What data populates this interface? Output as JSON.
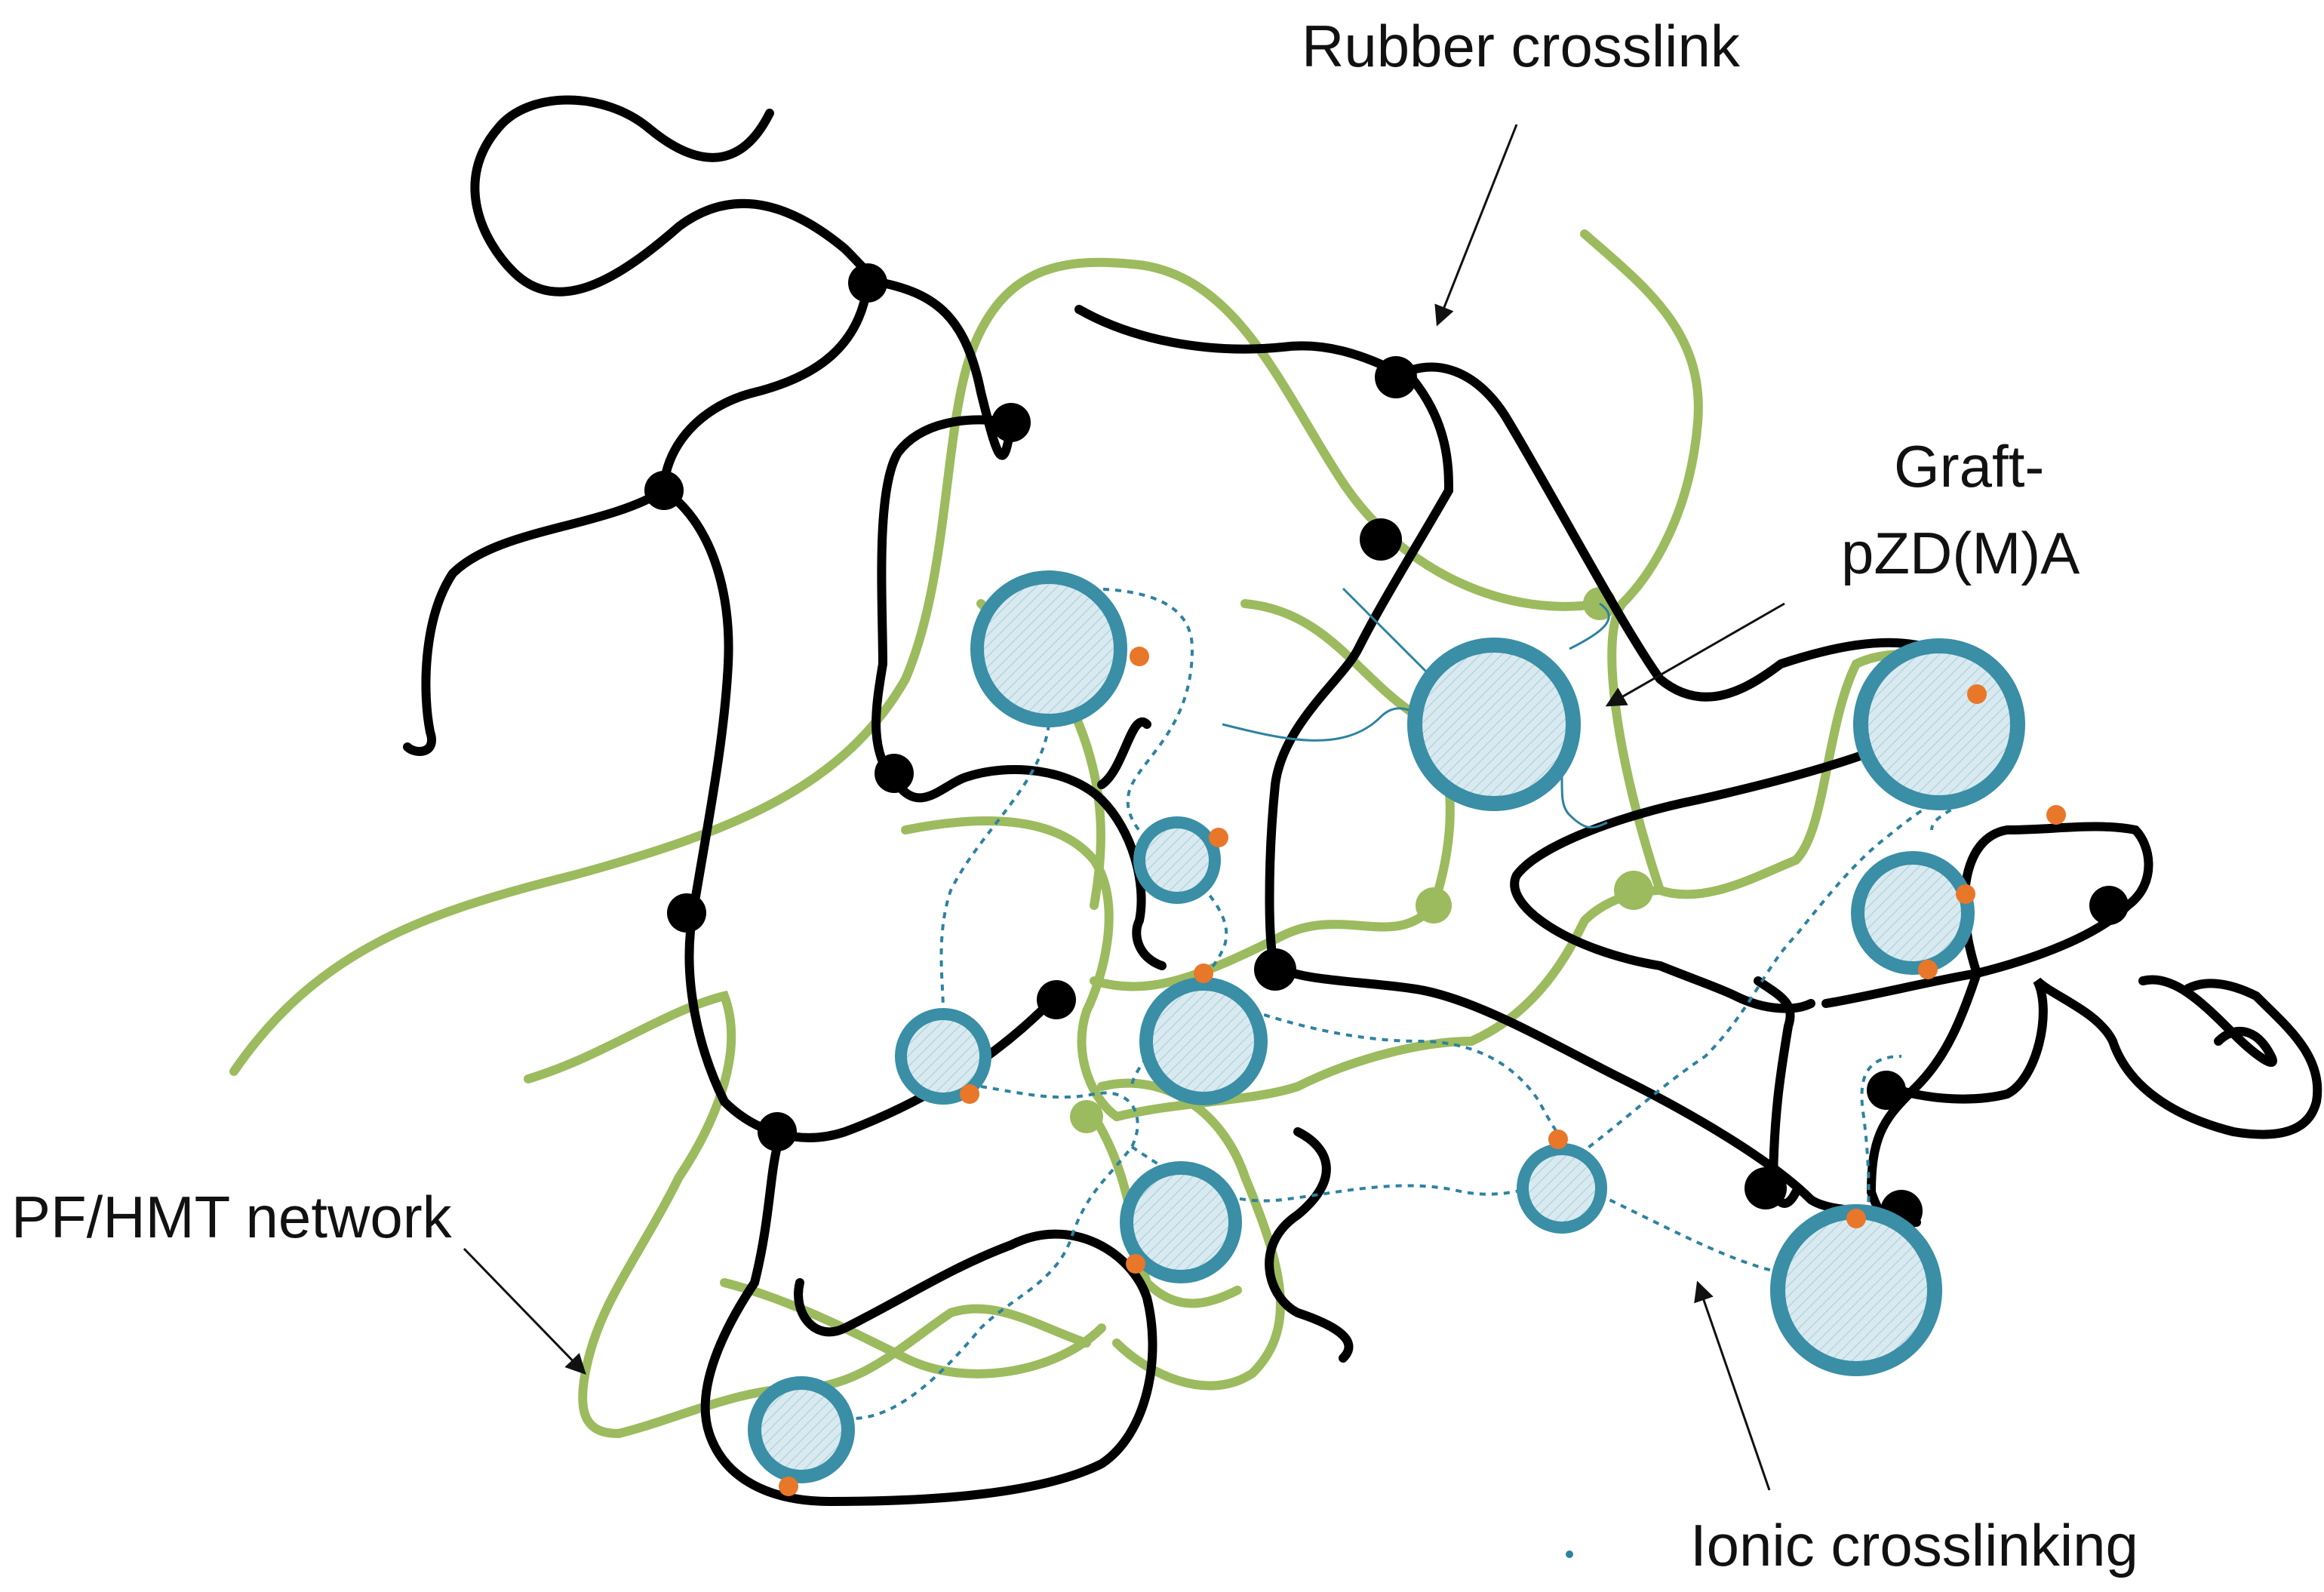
{
  "labels": {
    "rubber_crosslink": "Rubber crosslink",
    "graft_line1": "Graft-",
    "graft_line2": "pZD(M)A",
    "pf_hmt_network": "PF/HMT network",
    "ionic_crosslinking": "Ionic crosslinking"
  },
  "colors": {
    "rubber_chain": "#000000",
    "pf_hmt_chain": "#9cbb5e",
    "particle_ring": "#3a8ea6",
    "particle_fill": "#d8eaf0",
    "ionic_site": "#e8772a",
    "graft_line": "#2e82a0"
  }
}
